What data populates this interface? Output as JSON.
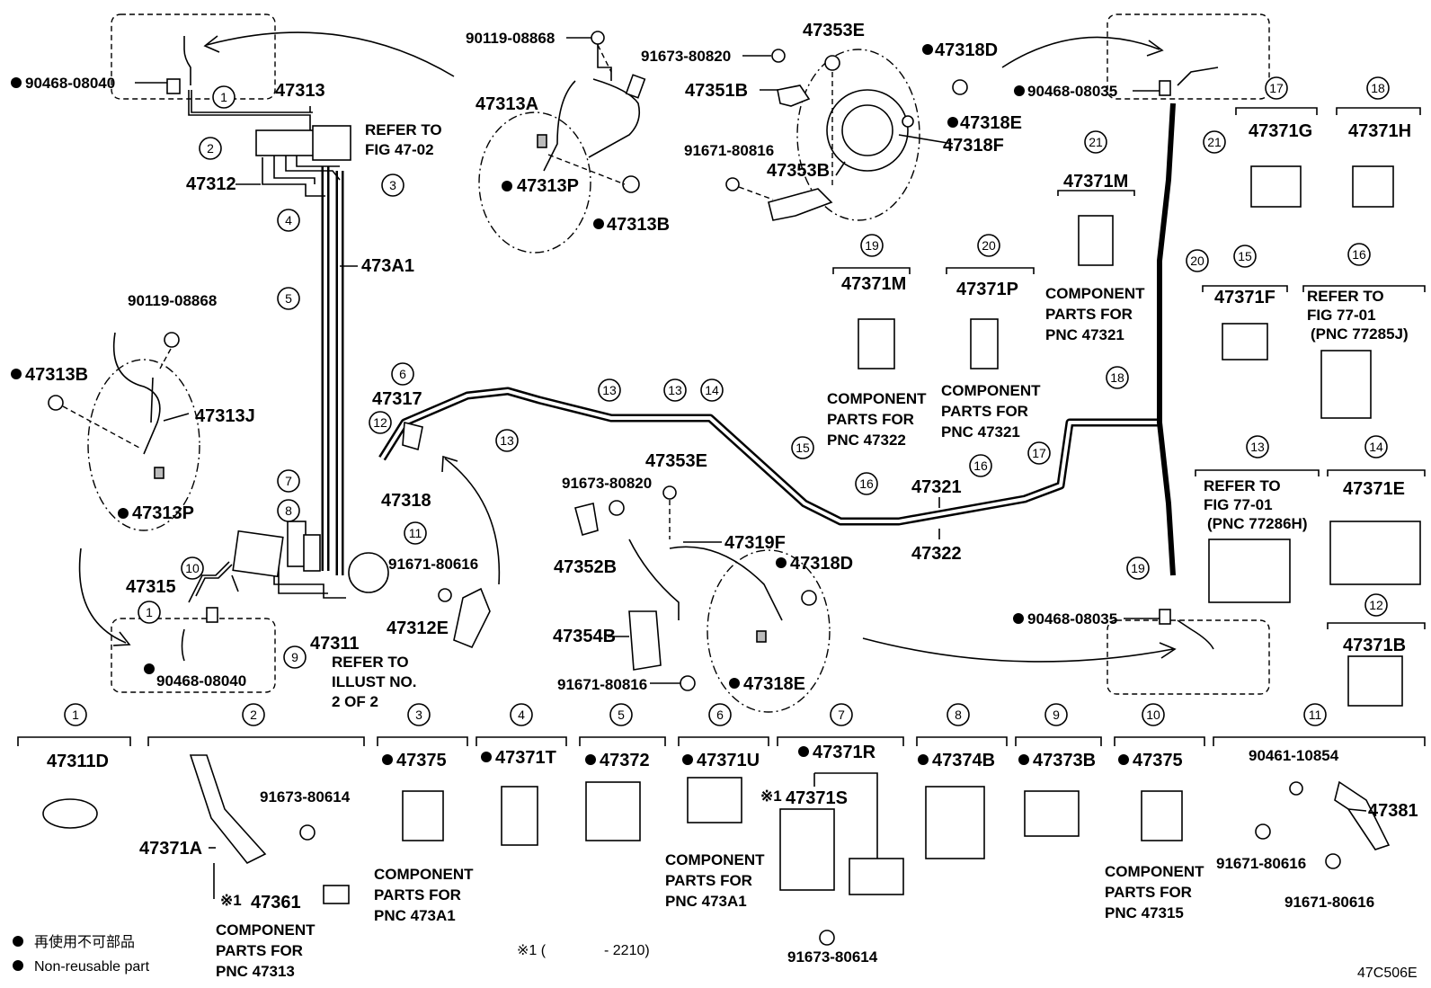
{
  "labels": {
    "p90468_08040_a": "90468-08040",
    "p47313": "47313",
    "refer_fig_47_02_1": "REFER TO",
    "refer_fig_47_02_2": "FIG 47-02",
    "p47312": "47312",
    "p473A1": "473A1",
    "p90119_08868_a": "90119-08868",
    "p47313A": "47313A",
    "p47313P_a": "47313P",
    "p47313B_a": "47313B",
    "p91673_80820_a": "91673-80820",
    "p47353E_a": "47353E",
    "p47351B": "47351B",
    "p91671_80816_a": "91671-80816",
    "p47353B": "47353B",
    "p47318D_a": "47318D",
    "p47318E_a": "47318E",
    "p47318F": "47318F",
    "p90468_08035_a": "90468-08035",
    "p90119_08868_b": "90119-08868",
    "p47313B_b": "47313B",
    "p47313J": "47313J",
    "p47313P_b": "47313P",
    "p47317": "47317",
    "p47318": "47318",
    "p91671_80616_a": "91671-80616",
    "p47312E": "47312E",
    "p47315": "47315",
    "p47311": "47311",
    "refer_illust_1": "REFER TO",
    "refer_illust_2": "ILLUST NO.",
    "refer_illust_3": "2 OF 2",
    "p90468_08040_b": "90468-08040",
    "p47353E_b": "47353E",
    "p91673_80820_b": "91673-80820",
    "p47352B": "47352B",
    "p47319F": "47319F",
    "p47318D_b": "47318D",
    "p47354B": "47354B",
    "p91671_80816_b": "91671-80816",
    "p47318E_b": "47318E",
    "p47321": "47321",
    "p47322": "47322",
    "p90468_08035_b": "90468-08035"
  },
  "boxes": {
    "b17": {
      "num": "17",
      "label": "47371G"
    },
    "b18": {
      "num": "18",
      "label": "47371H"
    },
    "b21": {
      "num": "21",
      "label": "47371M",
      "note1": "COMPONENT",
      "note2": "PARTS FOR",
      "note3": "PNC 47321"
    },
    "b19": {
      "num": "19",
      "label": "47371M",
      "note1": "COMPONENT",
      "note2": "PARTS FOR",
      "note3": "PNC 47322"
    },
    "b20": {
      "num": "20",
      "label": "47371P",
      "note1": "COMPONENT",
      "note2": "PARTS FOR",
      "note3": "PNC 47321"
    },
    "b15": {
      "num": "15",
      "label": "47371F"
    },
    "b16": {
      "num": "16",
      "ref1": "REFER TO",
      "ref2": "FIG 77-01",
      "ref3": "(PNC 77285J)"
    },
    "b13": {
      "num": "13",
      "ref1": "REFER TO",
      "ref2": "FIG 77-01",
      "ref3": "(PNC 77286H)"
    },
    "b14": {
      "num": "14",
      "label": "47371E"
    },
    "b12": {
      "num": "12",
      "label": "47371B"
    },
    "b1": {
      "num": "1",
      "label": "47311D"
    },
    "b2": {
      "num": "2",
      "label": "47371A",
      "bolt": "91673-80614",
      "star": "※1",
      "label2": "47361",
      "note1": "COMPONENT",
      "note2": "PARTS FOR",
      "note3": "PNC 47313"
    },
    "b3": {
      "num": "3",
      "label": "47375",
      "note1": "COMPONENT",
      "note2": "PARTS FOR",
      "note3": "PNC 473A1"
    },
    "b4": {
      "num": "4",
      "label": "47371T"
    },
    "b5": {
      "num": "5",
      "label": "47372"
    },
    "b6": {
      "num": "6",
      "label": "47371U",
      "note1": "COMPONENT",
      "note2": "PARTS FOR",
      "note3": "PNC 473A1"
    },
    "b7": {
      "num": "7",
      "label": "47371R",
      "star": "※1",
      "label2": "47371S",
      "bolt": "91673-80614"
    },
    "b8": {
      "num": "8",
      "label": "47374B"
    },
    "b9": {
      "num": "9",
      "label": "47373B"
    },
    "b10": {
      "num": "10",
      "label": "47375",
      "note1": "COMPONENT",
      "note2": "PARTS FOR",
      "note3": "PNC 47315"
    },
    "b11": {
      "num": "11",
      "bolt1": "90461-10854",
      "label": "47381",
      "bolt2": "91671-80616",
      "bolt3": "91671-80616"
    }
  },
  "callouts": {
    "c1": "1",
    "c2": "2",
    "c3": "3",
    "c4": "4",
    "c5": "5",
    "c6": "6",
    "c7": "7",
    "c8": "8",
    "c9": "9",
    "c10": "10",
    "c11": "11",
    "c12": "12",
    "c13": "13",
    "c14": "14",
    "c15": "15",
    "c16": "16",
    "c17": "17",
    "c18": "18",
    "c19": "19",
    "c20": "20",
    "c21": "21"
  },
  "legend": {
    "jp": "再使用不可部品",
    "en": "Non-reusable part",
    "footnote_mark": "※1 (",
    "footnote_value": "- 2210)"
  },
  "code": "47C506E"
}
